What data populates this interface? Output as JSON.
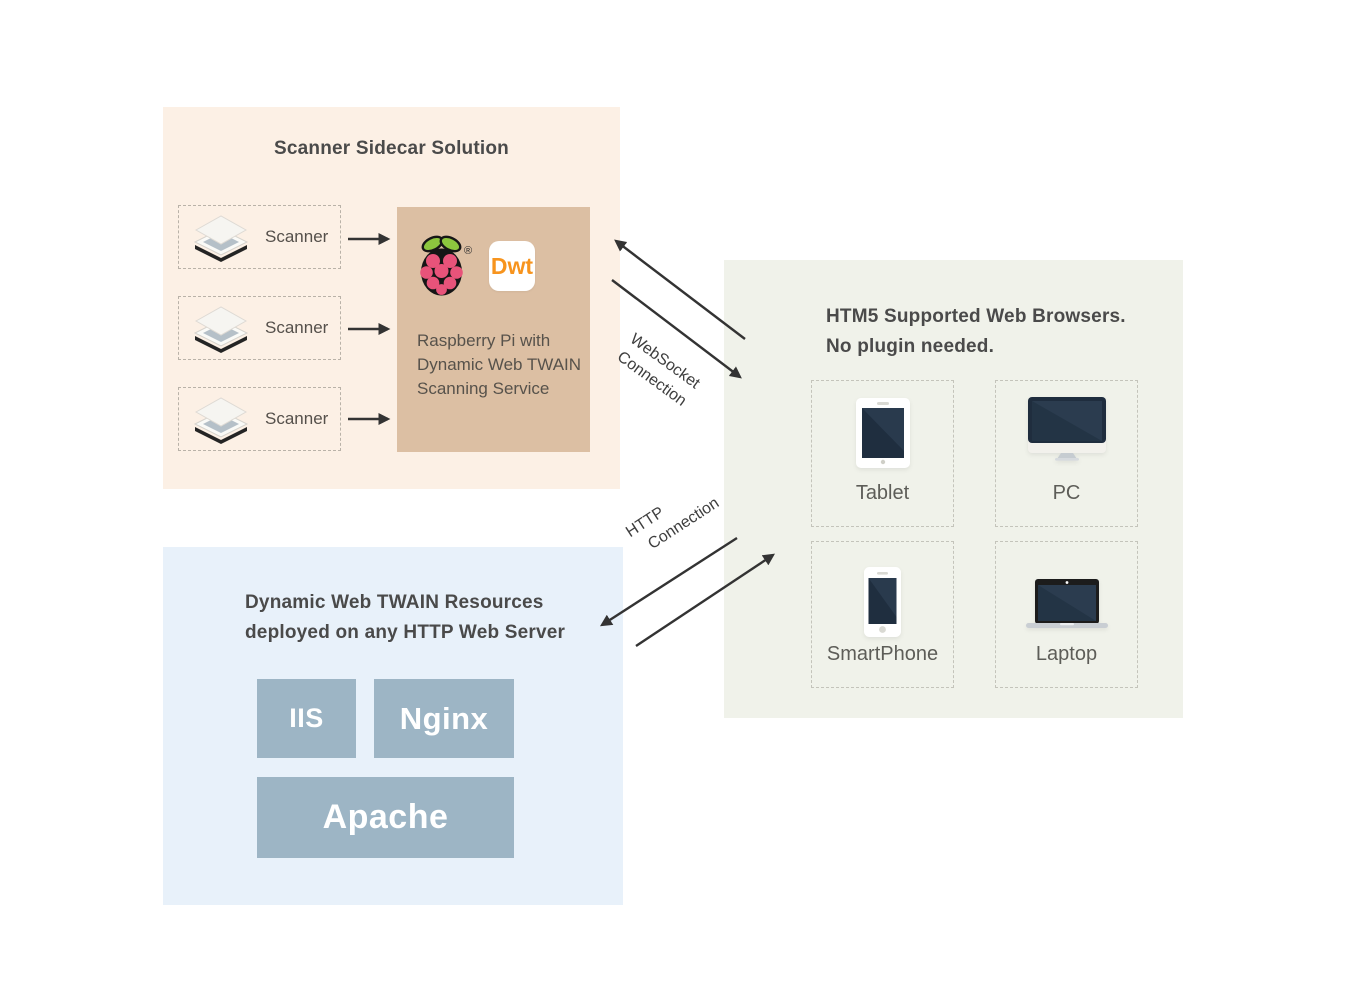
{
  "diagram": {
    "scanner_section": {
      "title": "Scanner Sidecar Solution",
      "scanners": [
        {
          "label": "Scanner"
        },
        {
          "label": "Scanner"
        },
        {
          "label": "Scanner"
        }
      ],
      "pi_box": {
        "registered_mark": "®",
        "dwt_label": "Dwt",
        "line1": "Raspberry Pi with",
        "line2": "Dynamic Web TWAIN",
        "line3": "Scanning Service"
      }
    },
    "browsers_section": {
      "title_line1": "HTM5 Supported Web Browsers.",
      "title_line2": "No plugin needed.",
      "devices": [
        {
          "label": "Tablet"
        },
        {
          "label": "PC"
        },
        {
          "label": "SmartPhone"
        },
        {
          "label": "Laptop"
        }
      ]
    },
    "server_section": {
      "title_line1": "Dynamic Web TWAIN Resources",
      "title_line2": "deployed on any HTTP Web Server",
      "servers": [
        {
          "label": "IIS"
        },
        {
          "label": "Nginx"
        },
        {
          "label": "Apache"
        }
      ]
    },
    "connections": {
      "websocket": {
        "line1": "WebSocket",
        "line2": "Connection"
      },
      "http": {
        "line1": "HTTP",
        "line2": "Connection"
      }
    },
    "colors": {
      "scanner_section_bg": "#FCF0E5",
      "pi_box_bg": "#DCBFA3",
      "browsers_section_bg": "#F0F2EA",
      "server_section_bg": "#E8F1FA",
      "server_box_bg": "#9DB5C5",
      "raspberry_pink": "#E8537A",
      "leaf_green": "#8CC63E",
      "dwt_orange": "#F7941E",
      "arrow_color": "#333333",
      "device_screen_navy": "#1f2e3f"
    }
  }
}
